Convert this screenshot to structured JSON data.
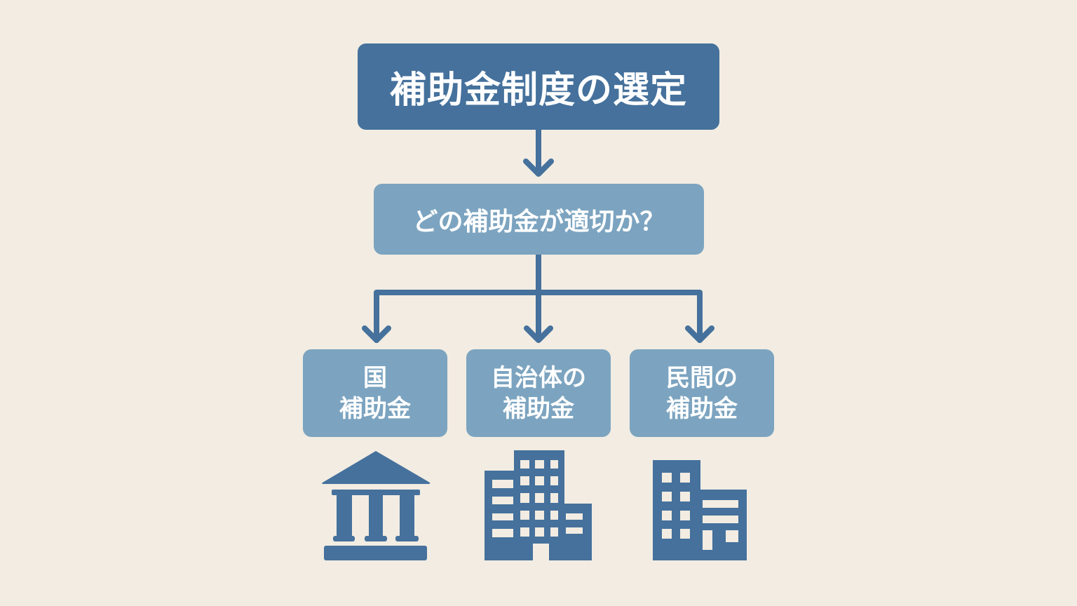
{
  "title": "補助金制度の選定",
  "question": "どの補助金が適切か？",
  "options": [
    {
      "line1": "国",
      "line2": "補助金",
      "icon": "government-building-icon"
    },
    {
      "line1": "自治体の",
      "line2": "補助金",
      "icon": "office-building-icon"
    },
    {
      "line1": "民間の",
      "line2": "補助金",
      "icon": "company-building-icon"
    }
  ],
  "colors": {
    "background": "#f2ece2",
    "primary": "#45719c",
    "secondary": "#7ca4c0"
  }
}
